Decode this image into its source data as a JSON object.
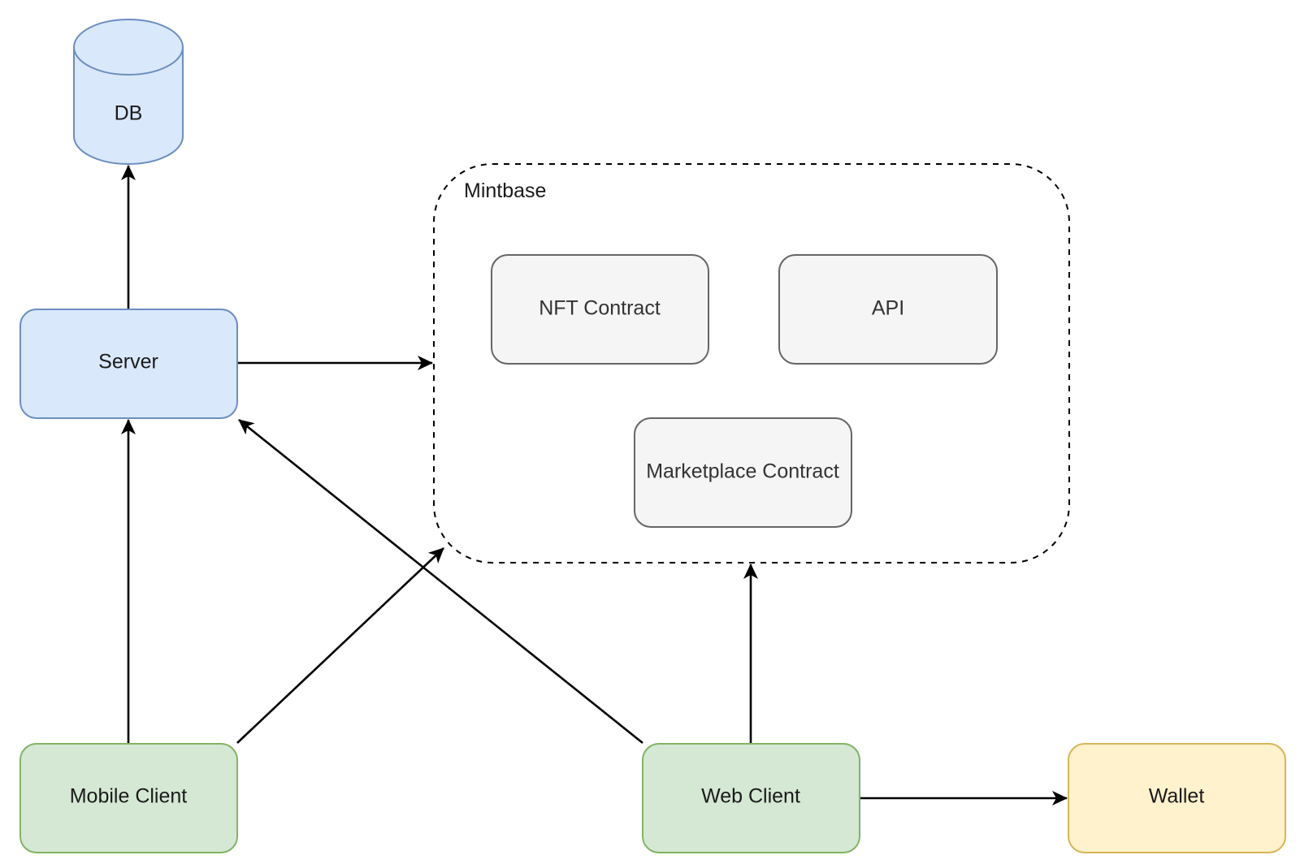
{
  "diagram": {
    "group": {
      "label": "Mintbase",
      "nodes": {
        "nft_contract": "NFT Contract",
        "api": "API",
        "marketplace_contract": "Marketplace Contract"
      }
    },
    "nodes": {
      "db": "DB",
      "server": "Server",
      "mobile_client": "Mobile Client",
      "web_client": "Web Client",
      "wallet": "Wallet"
    },
    "edges": [
      {
        "from": "Server",
        "to": "DB"
      },
      {
        "from": "Server",
        "to": "Mintbase"
      },
      {
        "from": "Mobile Client",
        "to": "Server"
      },
      {
        "from": "Mobile Client",
        "to": "Mintbase"
      },
      {
        "from": "Web Client",
        "to": "Server"
      },
      {
        "from": "Web Client",
        "to": "Mintbase"
      },
      {
        "from": "Web Client",
        "to": "Wallet"
      }
    ],
    "colors": {
      "blue_fill": "#dae8fc",
      "blue_stroke": "#6c8ebf",
      "green_fill": "#d5e8d4",
      "green_stroke": "#82b366",
      "yellow_fill": "#fff2cc",
      "yellow_stroke": "#d6b656",
      "gray_fill": "#f5f5f5",
      "gray_stroke": "#666666",
      "edge": "#000000"
    }
  }
}
